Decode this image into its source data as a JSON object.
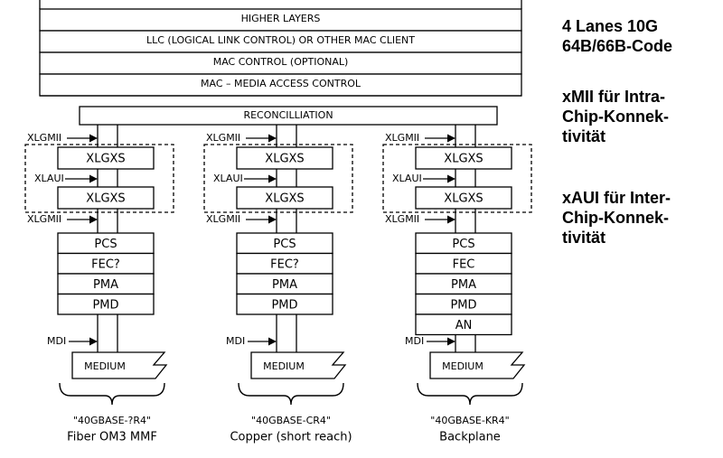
{
  "stack_layers": [
    "HIGHER LAYERS",
    "LLC (LOGICAL LINK CONTROL) OR OTHER MAC CLIENT",
    "MAC CONTROL (OPTIONAL)",
    "MAC – MEDIA ACCESS CONTROL",
    "RECONCILLIATION"
  ],
  "interface_labels": {
    "xlgmii": "XLGMII",
    "xlaui": "XLAUI",
    "xlgxs": "XLGXS",
    "mdi": "MDI",
    "medium": "MEDIUM"
  },
  "columns": [
    {
      "phy_layers": [
        "PCS",
        "FEC?",
        "PMA",
        "PMD"
      ],
      "standard": "\"40GBASE-?R4\"",
      "description": "Fiber OM3 MMF"
    },
    {
      "phy_layers": [
        "PCS",
        "FEC?",
        "PMA",
        "PMD"
      ],
      "standard": "\"40GBASE-CR4\"",
      "description": "Copper (short reach)"
    },
    {
      "phy_layers": [
        "PCS",
        "FEC",
        "PMA",
        "PMD",
        "AN"
      ],
      "standard": "\"40GBASE-KR4\"",
      "description": "Backplane"
    }
  ],
  "side_notes": [
    {
      "lines": [
        "4 Lanes 10G",
        "64B/66B-Code"
      ]
    },
    {
      "lines": [
        "xMII für Intra-",
        "Chip-Konnek-",
        "tivität"
      ]
    },
    {
      "lines": [
        "xAUI für Inter-",
        "Chip-Konnek-",
        "tivität"
      ]
    }
  ]
}
